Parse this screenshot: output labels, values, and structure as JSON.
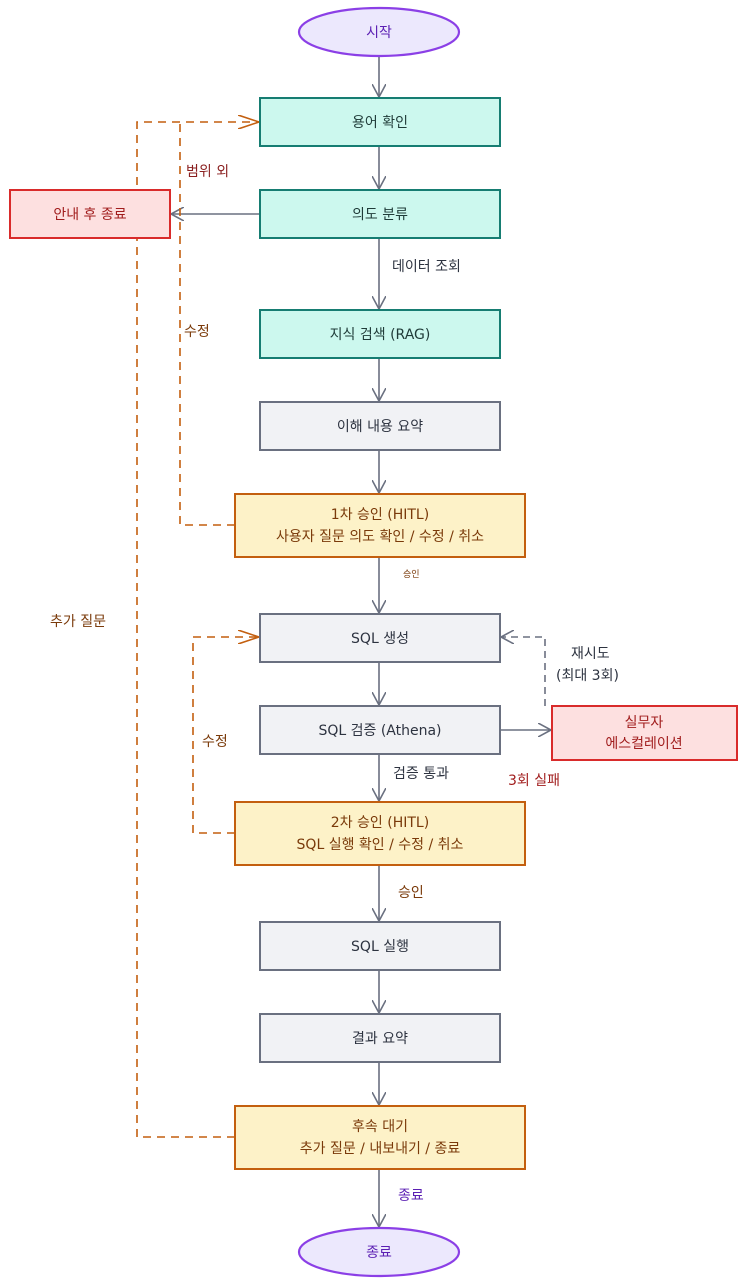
{
  "colors": {
    "terminal_fill": "#ece8fd",
    "terminal_stroke": "#8b3fe6",
    "terminal_text": "#5b1fb3",
    "teal_fill": "#ccf8ee",
    "teal_stroke": "#167d72",
    "gray_fill": "#f1f2f5",
    "gray_stroke": "#6a7080",
    "approval_fill": "#fdf2c8",
    "approval_stroke": "#c35f0f",
    "approval_text": "#7a3a0a",
    "error_fill": "#fde0e0",
    "error_stroke": "#d92b2b",
    "error_text": "#a11d1d",
    "edge": "#6a7080",
    "dashed_edge": "#c35f0f"
  },
  "nodes": {
    "start": "시작",
    "term_check": "용어 확인",
    "intent": "의도 분류",
    "guide_end": "안내 후 종료",
    "rag": "지식 검색 (RAG)",
    "summary_understanding": "이해 내용 요약",
    "approval1_line1": "1차 승인 (HITL)",
    "approval1_line2": "사용자 질문 의도 확인 / 수정 / 취소",
    "sql_gen": "SQL 생성",
    "sql_validate": "SQL 검증 (Athena)",
    "escalation_line1": "실무자",
    "escalation_line2": "에스컬레이션",
    "approval2_line1": "2차 승인 (HITL)",
    "approval2_line2": "SQL 실행 확인 / 수정 / 취소",
    "sql_exec": "SQL 실행",
    "result_summary": "결과 요약",
    "followup_line1": "후속 대기",
    "followup_line2": "추가 질문 / 내보내기 / 종료",
    "end": "종료"
  },
  "edge_labels": {
    "out_of_scope": "범위 외",
    "data_query": "데이터 조회",
    "revise1": "수정",
    "approve1": "승인",
    "additional_question": "추가 질문",
    "retry_line1": "재시도",
    "retry_line2": "(최대 3회)",
    "revise2": "수정",
    "validation_pass": "검증 통과",
    "fail3": "3회 실패",
    "approve2": "승인",
    "end_label": "종료"
  }
}
